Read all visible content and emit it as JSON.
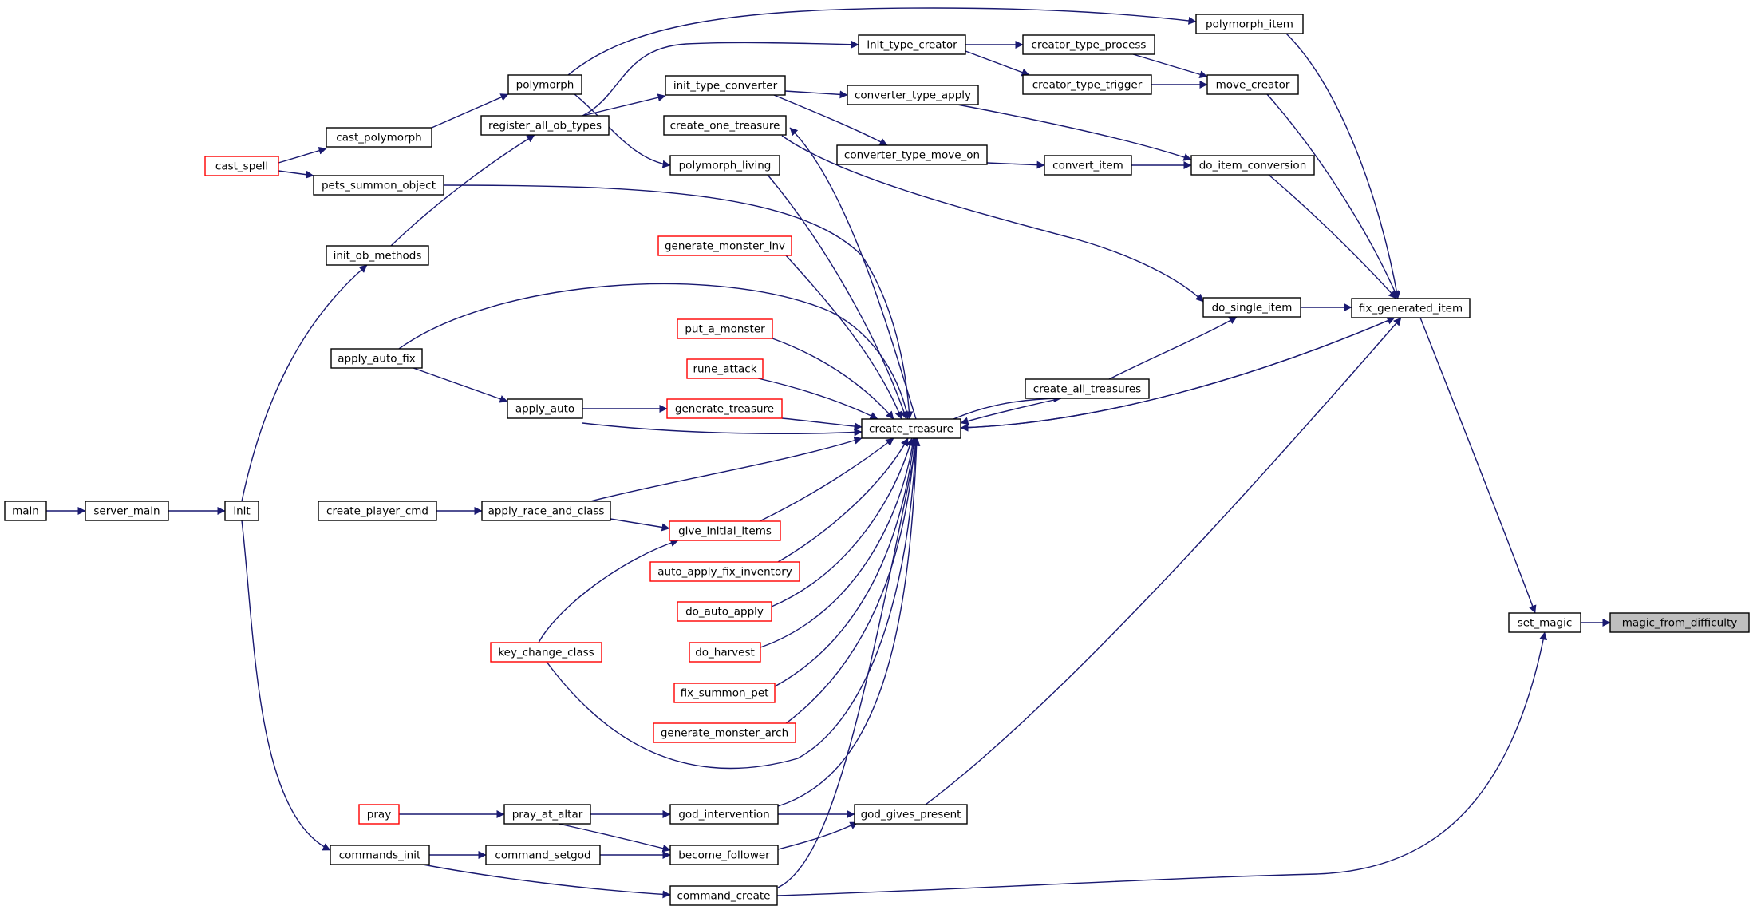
{
  "colors": {
    "edge": "#191970",
    "node_border": "#000000",
    "truncated_border": "#ff0000",
    "focus_fill": "#bfbfbf",
    "node_fill": "#ffffff"
  },
  "nodes": [
    {
      "id": "magic_from_difficulty",
      "label": "magic_from_difficulty",
      "kind": "focus"
    },
    {
      "id": "set_magic",
      "label": "set_magic",
      "kind": "normal"
    },
    {
      "id": "fix_generated_item",
      "label": "fix_generated_item",
      "kind": "normal"
    },
    {
      "id": "polymorph_item",
      "label": "polymorph_item",
      "kind": "normal"
    },
    {
      "id": "move_creator",
      "label": "move_creator",
      "kind": "normal"
    },
    {
      "id": "do_item_conversion",
      "label": "do_item_conversion",
      "kind": "normal"
    },
    {
      "id": "do_single_item",
      "label": "do_single_item",
      "kind": "normal"
    },
    {
      "id": "create_all_treasures",
      "label": "create_all_treasures",
      "kind": "normal"
    },
    {
      "id": "create_treasure",
      "label": "create_treasure",
      "kind": "normal"
    },
    {
      "id": "god_gives_present",
      "label": "god_gives_present",
      "kind": "normal"
    },
    {
      "id": "polymorph",
      "label": "polymorph",
      "kind": "normal"
    },
    {
      "id": "init_type_creator",
      "label": "init_type_creator",
      "kind": "normal"
    },
    {
      "id": "creator_type_process",
      "label": "creator_type_process",
      "kind": "normal"
    },
    {
      "id": "creator_type_trigger",
      "label": "creator_type_trigger",
      "kind": "normal"
    },
    {
      "id": "init_type_converter",
      "label": "init_type_converter",
      "kind": "normal"
    },
    {
      "id": "converter_type_apply",
      "label": "converter_type_apply",
      "kind": "normal"
    },
    {
      "id": "converter_type_move_on",
      "label": "converter_type_move_on",
      "kind": "normal"
    },
    {
      "id": "convert_item",
      "label": "convert_item",
      "kind": "normal"
    },
    {
      "id": "create_one_treasure",
      "label": "create_one_treasure",
      "kind": "normal"
    },
    {
      "id": "polymorph_living",
      "label": "polymorph_living",
      "kind": "normal"
    },
    {
      "id": "register_all_ob_types",
      "label": "register_all_ob_types",
      "kind": "normal"
    },
    {
      "id": "cast_polymorph",
      "label": "cast_polymorph",
      "kind": "normal"
    },
    {
      "id": "cast_spell",
      "label": "cast_spell",
      "kind": "truncated"
    },
    {
      "id": "pets_summon_object",
      "label": "pets_summon_object",
      "kind": "normal"
    },
    {
      "id": "init_ob_methods",
      "label": "init_ob_methods",
      "kind": "normal"
    },
    {
      "id": "generate_monster_inv",
      "label": "generate_monster_inv",
      "kind": "truncated"
    },
    {
      "id": "apply_auto_fix",
      "label": "apply_auto_fix",
      "kind": "normal"
    },
    {
      "id": "put_a_monster",
      "label": "put_a_monster",
      "kind": "truncated"
    },
    {
      "id": "rune_attack",
      "label": "rune_attack",
      "kind": "truncated"
    },
    {
      "id": "apply_auto",
      "label": "apply_auto",
      "kind": "normal"
    },
    {
      "id": "generate_treasure",
      "label": "generate_treasure",
      "kind": "truncated"
    },
    {
      "id": "main",
      "label": "main",
      "kind": "normal"
    },
    {
      "id": "server_main",
      "label": "server_main",
      "kind": "normal"
    },
    {
      "id": "init",
      "label": "init",
      "kind": "normal"
    },
    {
      "id": "create_player_cmd",
      "label": "create_player_cmd",
      "kind": "normal"
    },
    {
      "id": "apply_race_and_class",
      "label": "apply_race_and_class",
      "kind": "normal"
    },
    {
      "id": "give_initial_items",
      "label": "give_initial_items",
      "kind": "truncated"
    },
    {
      "id": "auto_apply_fix_inventory",
      "label": "auto_apply_fix_inventory",
      "kind": "truncated"
    },
    {
      "id": "do_auto_apply",
      "label": "do_auto_apply",
      "kind": "truncated"
    },
    {
      "id": "key_change_class",
      "label": "key_change_class",
      "kind": "truncated"
    },
    {
      "id": "do_harvest",
      "label": "do_harvest",
      "kind": "truncated"
    },
    {
      "id": "fix_summon_pet",
      "label": "fix_summon_pet",
      "kind": "truncated"
    },
    {
      "id": "generate_monster_arch",
      "label": "generate_monster_arch",
      "kind": "truncated"
    },
    {
      "id": "pray",
      "label": "pray",
      "kind": "truncated"
    },
    {
      "id": "pray_at_altar",
      "label": "pray_at_altar",
      "kind": "normal"
    },
    {
      "id": "god_intervention",
      "label": "god_intervention",
      "kind": "normal"
    },
    {
      "id": "commands_init",
      "label": "commands_init",
      "kind": "normal"
    },
    {
      "id": "command_setgod",
      "label": "command_setgod",
      "kind": "normal"
    },
    {
      "id": "become_follower",
      "label": "become_follower",
      "kind": "normal"
    },
    {
      "id": "command_create",
      "label": "command_create",
      "kind": "normal"
    }
  ],
  "edges": [
    {
      "from": "set_magic",
      "to": "magic_from_difficulty"
    },
    {
      "from": "fix_generated_item",
      "to": "set_magic"
    },
    {
      "from": "command_create",
      "to": "set_magic"
    },
    {
      "from": "polymorph_item",
      "to": "fix_generated_item"
    },
    {
      "from": "move_creator",
      "to": "fix_generated_item"
    },
    {
      "from": "do_item_conversion",
      "to": "fix_generated_item"
    },
    {
      "from": "do_single_item",
      "to": "fix_generated_item"
    },
    {
      "from": "create_treasure",
      "to": "fix_generated_item"
    },
    {
      "from": "god_gives_present",
      "to": "fix_generated_item"
    },
    {
      "from": "polymorph",
      "to": "polymorph_item"
    },
    {
      "from": "init_type_creator",
      "to": "creator_type_process"
    },
    {
      "from": "init_type_creator",
      "to": "creator_type_trigger"
    },
    {
      "from": "creator_type_process",
      "to": "move_creator"
    },
    {
      "from": "creator_type_trigger",
      "to": "move_creator"
    },
    {
      "from": "register_all_ob_types",
      "to": "init_type_creator"
    },
    {
      "from": "register_all_ob_types",
      "to": "init_type_converter"
    },
    {
      "from": "init_type_converter",
      "to": "converter_type_apply"
    },
    {
      "from": "init_type_converter",
      "to": "converter_type_move_on"
    },
    {
      "from": "converter_type_apply",
      "to": "do_item_conversion"
    },
    {
      "from": "converter_type_move_on",
      "to": "convert_item"
    },
    {
      "from": "convert_item",
      "to": "do_item_conversion"
    },
    {
      "from": "create_one_treasure",
      "to": "do_single_item"
    },
    {
      "from": "create_all_treasures",
      "to": "do_single_item"
    },
    {
      "from": "create_treasure",
      "to": "create_all_treasures"
    },
    {
      "from": "create_all_treasures",
      "to": "create_treasure"
    },
    {
      "from": "fix_generated_item",
      "to": "create_treasure"
    },
    {
      "from": "create_treasure",
      "to": "create_one_treasure"
    },
    {
      "from": "polymorph",
      "to": "polymorph_living"
    },
    {
      "from": "cast_polymorph",
      "to": "polymorph"
    },
    {
      "from": "cast_spell",
      "to": "cast_polymorph"
    },
    {
      "from": "cast_spell",
      "to": "pets_summon_object"
    },
    {
      "from": "init_ob_methods",
      "to": "register_all_ob_types"
    },
    {
      "from": "init",
      "to": "init_ob_methods"
    },
    {
      "from": "init",
      "to": "commands_init"
    },
    {
      "from": "server_main",
      "to": "init"
    },
    {
      "from": "main",
      "to": "server_main"
    },
    {
      "from": "apply_auto_fix",
      "to": "apply_auto"
    },
    {
      "from": "apply_auto",
      "to": "generate_treasure"
    },
    {
      "from": "create_player_cmd",
      "to": "apply_race_and_class"
    },
    {
      "from": "apply_race_and_class",
      "to": "give_initial_items"
    },
    {
      "from": "key_change_class",
      "to": "give_initial_items"
    },
    {
      "from": "pray",
      "to": "pray_at_altar"
    },
    {
      "from": "pray_at_altar",
      "to": "god_intervention"
    },
    {
      "from": "pray_at_altar",
      "to": "become_follower"
    },
    {
      "from": "commands_init",
      "to": "command_setgod"
    },
    {
      "from": "commands_init",
      "to": "command_create"
    },
    {
      "from": "command_setgod",
      "to": "become_follower"
    },
    {
      "from": "god_intervention",
      "to": "god_gives_present"
    },
    {
      "from": "become_follower",
      "to": "god_gives_present"
    },
    {
      "from": "polymorph_living",
      "to": "create_treasure"
    },
    {
      "from": "pets_summon_object",
      "to": "create_treasure"
    },
    {
      "from": "generate_monster_inv",
      "to": "create_treasure"
    },
    {
      "from": "apply_auto_fix",
      "to": "create_treasure"
    },
    {
      "from": "put_a_monster",
      "to": "create_treasure"
    },
    {
      "from": "rune_attack",
      "to": "create_treasure"
    },
    {
      "from": "generate_treasure",
      "to": "create_treasure"
    },
    {
      "from": "apply_auto",
      "to": "create_treasure"
    },
    {
      "from": "apply_race_and_class",
      "to": "create_treasure"
    },
    {
      "from": "give_initial_items",
      "to": "create_treasure"
    },
    {
      "from": "auto_apply_fix_inventory",
      "to": "create_treasure"
    },
    {
      "from": "do_auto_apply",
      "to": "create_treasure"
    },
    {
      "from": "do_harvest",
      "to": "create_treasure"
    },
    {
      "from": "fix_summon_pet",
      "to": "create_treasure"
    },
    {
      "from": "generate_monster_arch",
      "to": "create_treasure"
    },
    {
      "from": "key_change_class",
      "to": "create_treasure"
    },
    {
      "from": "god_intervention",
      "to": "create_treasure"
    },
    {
      "from": "command_create",
      "to": "create_treasure"
    }
  ]
}
